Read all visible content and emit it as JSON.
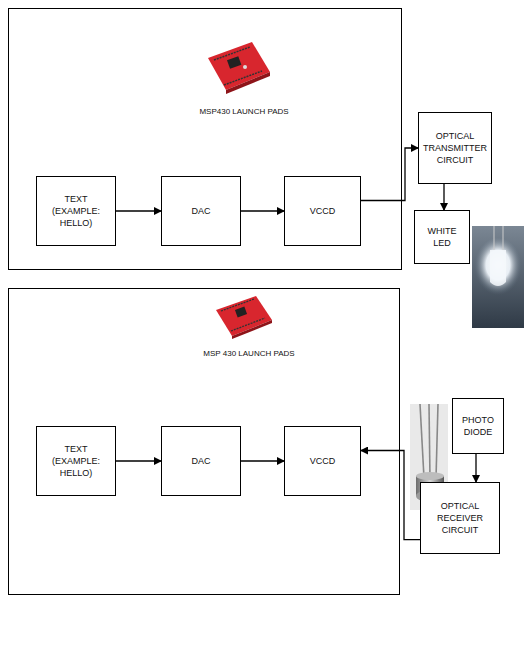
{
  "diagram": {
    "nodes": [
      {
        "text": [
          "MSP430 LAUNCH PADS"
        ]
      },
      {
        "text": [
          "TEXT (EXAMPLE: HELLO)"
        ],
        "in": 0
      },
      {
        "text": [
          "DAC"
        ],
        "in": 0
      },
      {
        "text": [
          "VCCD"
        ],
        "in": 0
      },
      {
        "text": [
          "OPTICAL TRANSMITTER CIRCUIT"
        ]
      },
      {
        "text": [
          "WHITE LED"
        ]
      },
      {
        "text": [
          "MSP 430 LAUNCH PADS"
        ]
      },
      {
        "text": [
          "TEXT (EXAMPLE: HELLO)"
        ],
        "in": 6
      },
      {
        "text": [
          "DAC"
        ],
        "in": 6
      },
      {
        "text": [
          "VCCD"
        ],
        "in": 6
      },
      {
        "text": [
          "PHOTO DIODE"
        ]
      },
      {
        "text": [
          "OPTICAL RECEIVER CIRCUIT"
        ]
      }
    ],
    "edges": [
      {
        "from": 1,
        "to": 2,
        "arrow": "to"
      },
      {
        "from": 2,
        "to": 3,
        "arrow": "to"
      },
      {
        "from": 3,
        "to": 4,
        "arrow": "to"
      },
      {
        "from": 4,
        "to": 5,
        "arrow": "to"
      },
      {
        "from": 7,
        "to": 8,
        "arrow": "to"
      },
      {
        "from": 8,
        "to": 9,
        "arrow": "to"
      },
      {
        "from": 11,
        "to": 9,
        "arrow": "to"
      },
      {
        "from": 10,
        "to": 11,
        "arrow": "to"
      }
    ]
  }
}
